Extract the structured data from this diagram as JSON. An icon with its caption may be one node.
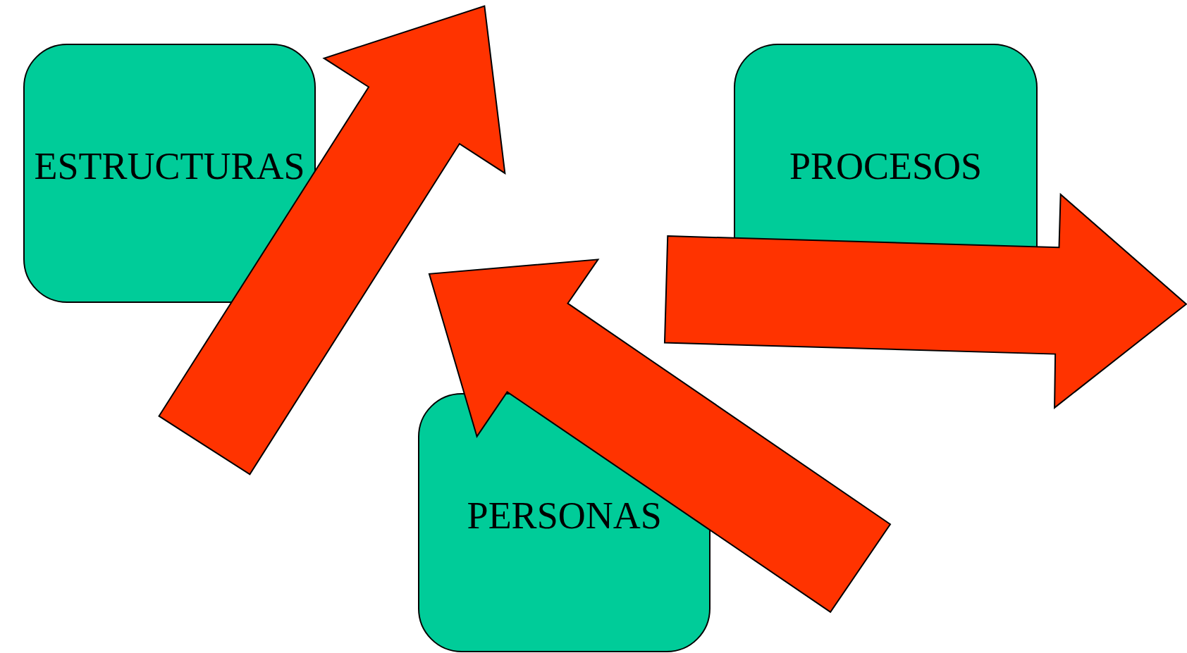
{
  "diagram": {
    "nodes": [
      {
        "text": [
          "ESTRUCTURAS"
        ]
      },
      {
        "text": [
          "PROCESOS"
        ]
      },
      {
        "text": [
          "PERSONAS"
        ]
      }
    ],
    "edges": [
      {
        "from": 0,
        "to": null,
        "arrow": "to"
      },
      {
        "from": 2,
        "to": null,
        "arrow": "to"
      },
      {
        "from": 1,
        "to": null,
        "arrow": "to"
      }
    ]
  }
}
